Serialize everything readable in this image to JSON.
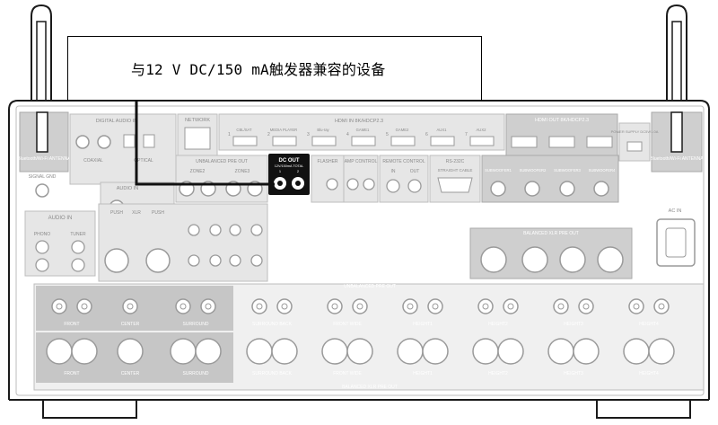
{
  "callout_text": "与12 V DC/150 mA触发器兼容的设备",
  "colors": {
    "panel_outline": "#1a1a1a",
    "gray": "#b7b7b7",
    "lightgray": "#d9d9d9",
    "highlight": "#111111"
  },
  "labels": {
    "antenna_left": "Bluetooth/Wi-Fi ANTENNA",
    "antenna_right": "Bluetooth/Wi-Fi ANTENNA",
    "digital_audio_in": "DIGITAL AUDIO IN",
    "network": "NETWORK",
    "hdmi_in": "HDMI IN 8K/HDCP2.3",
    "hdmi_out": "HDMI OUT 8K/HDCP2.3",
    "power_supply": "POWER SUPPLY DC5V/1.0A",
    "signal_gnd": "SIGNAL GND",
    "audio_in_top": "AUDIO IN",
    "audio_in": "AUDIO  IN",
    "unbalanced_pre_out_top": "UNBALANCED PRE OUT",
    "dc_out": "DC OUT",
    "dc_out_sub": "12V/150mA TOTAL",
    "dc_out_1": "1",
    "dc_out_2": "2",
    "flasher": "FLASHER",
    "amp_control": "AMP CONTROL",
    "remote_control": "REMOTE CONTROL",
    "rs232c": "RS-232C",
    "straight_cable": "STRAIGHT CABLE",
    "in": "IN",
    "out": "OUT",
    "phono": "PHONO",
    "tuner": "TUNER",
    "push": "PUSH",
    "xlr": "XLR",
    "ac_in": "AC IN",
    "balanced_xlr_pre_out_top": "BALANCED XLR PRE OUT",
    "unbalanced_pre_out_mid": "UNBALANCED PRE OUT",
    "balanced_xlr_pre_out_bottom": "BALANCED XLR PRE OUT",
    "zone2": "ZONE2",
    "zone3": "ZONE3",
    "coaxial": "COAXIAL",
    "optical": "OPTICAL"
  },
  "hdmi_inputs": [
    "1",
    "CBL/SAT",
    "2",
    "MEDIA PLAYER",
    "3",
    "Blu-ray",
    "4",
    "GAME1",
    "5",
    "GAME2",
    "6",
    "AUX1",
    "7",
    "AUX2"
  ],
  "subwoofers": [
    "SUBWOOFER1",
    "SUBWOOFER2",
    "SUBWOOFER3",
    "SUBWOOFER4"
  ],
  "pre_out_channels": [
    "FRONT",
    "CENTER",
    "SURROUND",
    "SURROUND BACK",
    "FRONT WIDE",
    "HEIGHT1",
    "HEIGHT2",
    "HEIGHT3",
    "HEIGHT4"
  ]
}
